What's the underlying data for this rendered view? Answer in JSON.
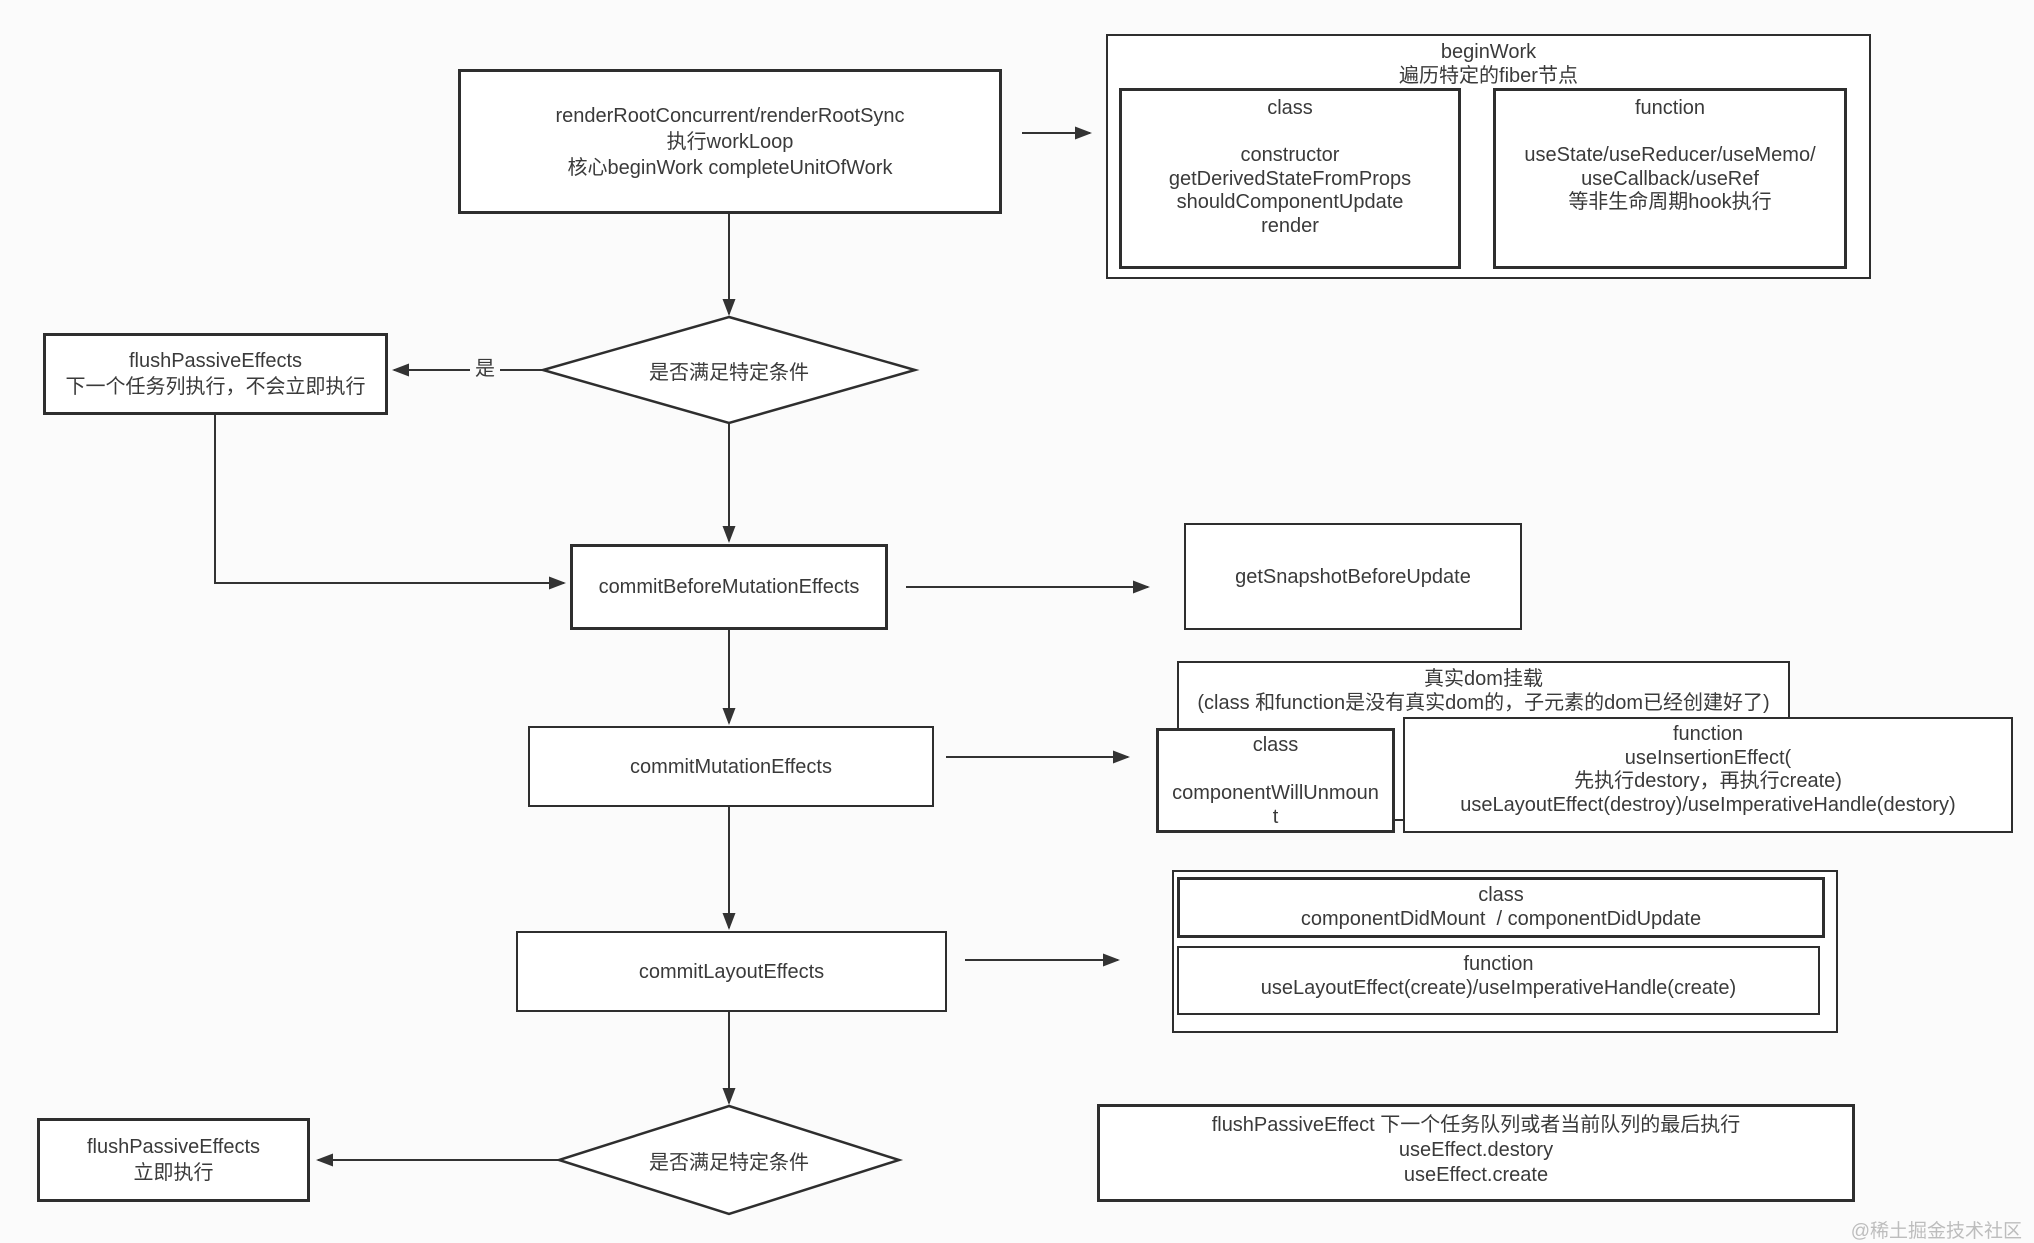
{
  "watermark": "@稀土掘金技术社区",
  "labels": {
    "yes": "是"
  },
  "nodes": {
    "render_root": "renderRootConcurrent/renderRootSync\n执行workLoop\n核心beginWork completeUnitOfWork",
    "begin_work_title": "beginWork\n遍历特定的fiber节点",
    "begin_work_class": "class\n\nconstructor\ngetDerivedStateFromProps\nshouldComponentUpdate\nrender",
    "begin_work_function": "function\n\nuseState/useReducer/useMemo/\nuseCallback/useRef\n等非生命周期hook执行",
    "condition_1": "是否满足特定条件",
    "flush_passive_deferred": "flushPassiveEffects\n下一个任务列执行，不会立即执行",
    "commit_before_mutation": "commitBeforeMutationEffects",
    "get_snapshot": "getSnapshotBeforeUpdate",
    "commit_mutation": "commitMutationEffects",
    "dom_mount": "真实dom挂载\n(class 和function是没有真实dom的，子元素的dom已经创建好了)",
    "mutation_class": "class\n\ncomponentWillUnmoun\nt",
    "mutation_function": "function\nuseInsertionEffect(\n先执行destory，再执行create)\nuseLayoutEffect(destroy)/useImperativeHandle(destory)",
    "commit_layout": "commitLayoutEffects",
    "layout_class": "class\ncomponentDidMount  / componentDidUpdate",
    "layout_function": "function\nuseLayoutEffect(create)/useImperativeHandle(create)",
    "condition_2": "是否满足特定条件",
    "flush_passive_immediate": "flushPassiveEffects\n立即执行",
    "flush_passive_detail": "flushPassiveEffect 下一个任务队列或者当前队列的最后执行\nuseEffect.destory\nuseEffect.create"
  },
  "colors": {
    "border": "#2e2e2e",
    "text": "#3a3a3a",
    "line": "#333333",
    "watermark": "#bdbdbd",
    "background": "#fbfbfb"
  }
}
